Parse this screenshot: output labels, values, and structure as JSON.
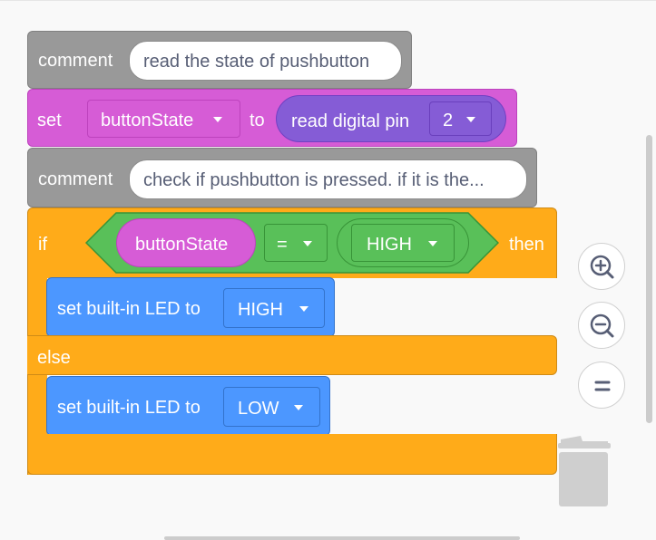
{
  "blocks": {
    "comment1": {
      "keyword": "comment",
      "text": "read the state of pushbutton"
    },
    "set": {
      "keyword": "set",
      "variable": "buttonState",
      "to": "to",
      "reporter": "read digital pin",
      "pin": "2"
    },
    "comment2": {
      "keyword": "comment",
      "text": "check if pushbutton is pressed. if it is the..."
    },
    "if": {
      "keyword": "if",
      "then": "then",
      "else": "else",
      "left": "buttonState",
      "operator": "=",
      "right": "HIGH"
    },
    "led_high": {
      "label": "set built-in LED to",
      "value": "HIGH"
    },
    "led_low": {
      "label": "set built-in LED to",
      "value": "LOW"
    }
  },
  "colors": {
    "comment": "#999999",
    "variable": "#d65cd6",
    "reporter": "#855cd6",
    "control": "#ffab19",
    "operator": "#59c059",
    "output": "#4c97ff"
  },
  "zoom": {
    "zoom_in_icon": "zoom-in-icon",
    "zoom_out_icon": "zoom-out-icon",
    "reset_icon": "zoom-reset-icon"
  }
}
